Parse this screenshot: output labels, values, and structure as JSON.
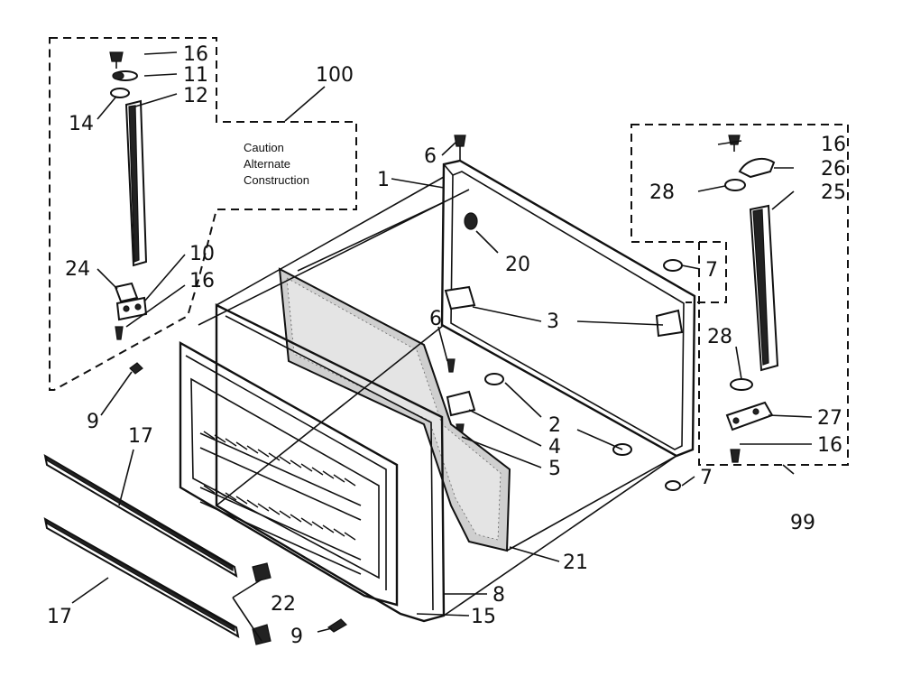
{
  "labels": {
    "l_16a": "16",
    "l_11": "11",
    "l_12": "12",
    "l_14": "14",
    "l_100": "100",
    "l_24": "24",
    "l_10": "10",
    "l_16b": "16",
    "l_9a": "9",
    "l_6a": "6",
    "l_1": "1",
    "l_20": "20",
    "l_6b": "6",
    "l_3": "3",
    "l_2": "2",
    "l_4": "4",
    "l_5": "5",
    "l_16c": "16",
    "l_26": "26",
    "l_28a": "28",
    "l_25": "25",
    "l_7a": "7",
    "l_28b": "28",
    "l_27": "27",
    "l_16d": "16",
    "l_7b": "7",
    "l_99": "99",
    "l_17a": "17",
    "l_17b": "17",
    "l_22": "22",
    "l_9b": "9",
    "l_15": "15",
    "l_8": "8",
    "l_21": "21"
  },
  "note": {
    "line1": "Caution",
    "line2": "Alternate",
    "line3": "Construction"
  }
}
